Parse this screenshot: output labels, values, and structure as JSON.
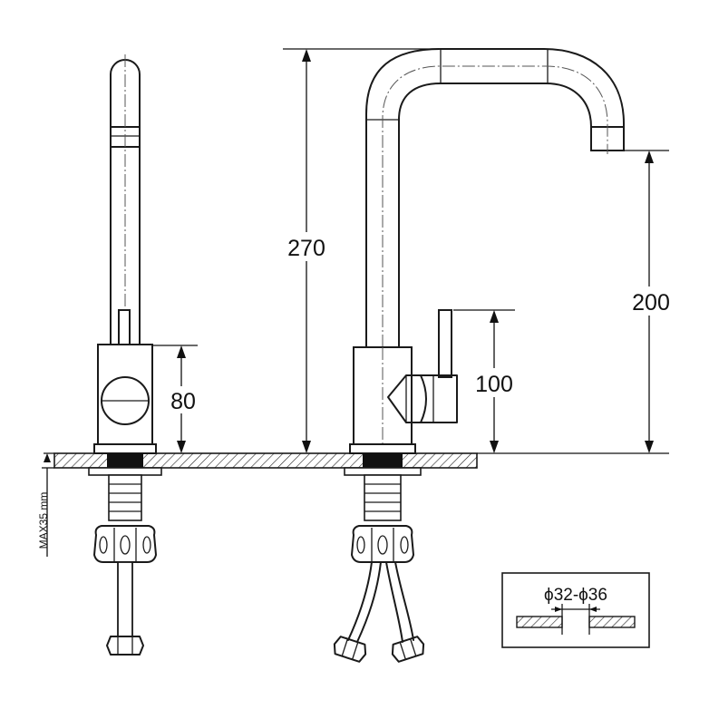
{
  "dimensions": {
    "total_height": "270",
    "spout_height": "200",
    "handle_height": "100",
    "body_height": "80",
    "max_counter_thickness": "MAX35 mm",
    "hole_diameter": "ϕ32-ϕ36"
  },
  "colors": {
    "line": "#1a1a1a",
    "hatch": "#222222",
    "gasket": "#111111",
    "background": "#ffffff"
  }
}
